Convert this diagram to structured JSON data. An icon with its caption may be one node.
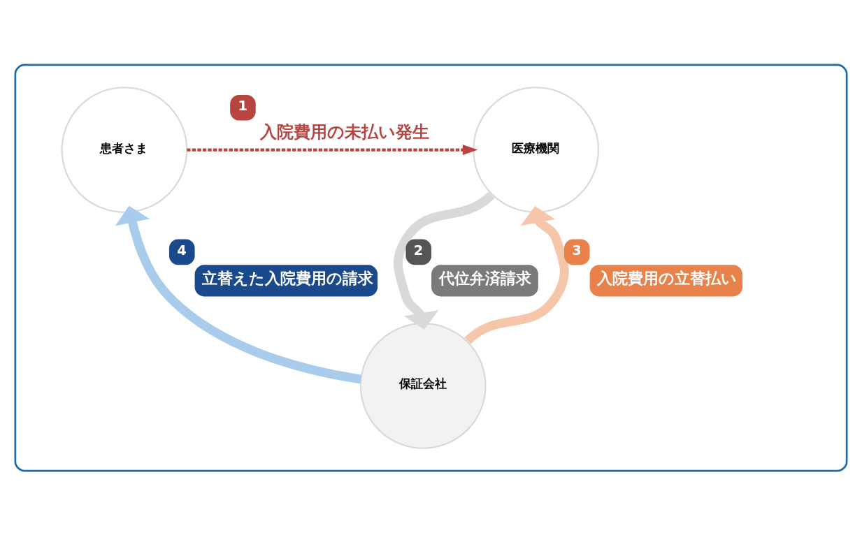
{
  "diagram": {
    "nodes": [
      {
        "text": [],
        "shape": "box"
      },
      {
        "text": [
          "患者さま"
        ],
        "in": 0
      },
      {
        "text": [
          "医療機関"
        ],
        "in": 0
      },
      {
        "text": [
          "保証会社"
        ],
        "in": 0
      }
    ],
    "edges": [
      {
        "from": 1,
        "to": 2,
        "arrow": "to",
        "label": "入院費用の未払い発生",
        "style": "dashed",
        "color": "#b84440"
      },
      {
        "from": 2,
        "to": 3,
        "arrow": "to",
        "label": "代位弁済請求",
        "color": "#d9d9d9"
      },
      {
        "from": 3,
        "to": 2,
        "arrow": "to",
        "label": "入院費用の立替払い",
        "color": "#f5c6aa"
      },
      {
        "from": 3,
        "to": 1,
        "arrow": "to",
        "label": "立替えた入院費用の請求",
        "color": "#a9cbec"
      }
    ],
    "labels": [
      "1",
      "2",
      "3",
      "4"
    ]
  }
}
